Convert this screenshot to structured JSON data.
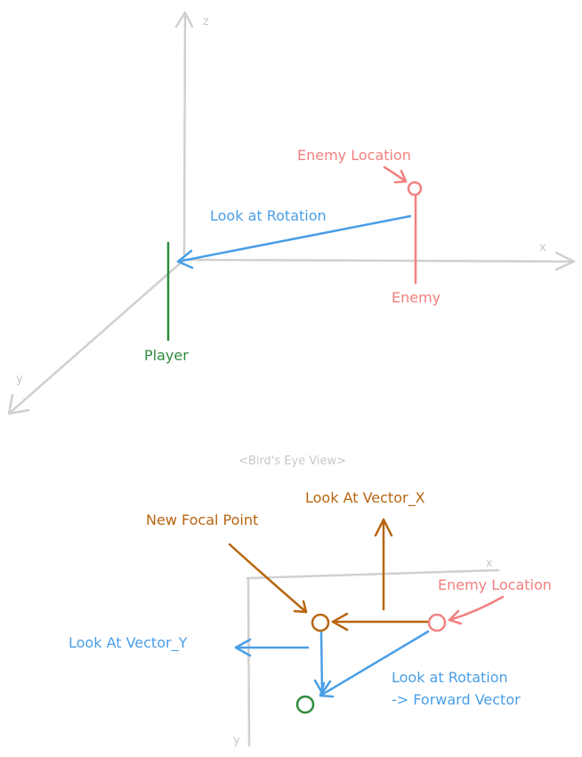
{
  "colors": {
    "axis": "#d0d0d0",
    "player": "#2e8b3e",
    "enemy": "#f28080",
    "rotation": "#4a9ee6",
    "vector_x": "#b8650f",
    "caption": "#c8c8c8"
  },
  "top_view": {
    "axis_z": "z",
    "axis_x": "x",
    "axis_y": "y",
    "enemy_location_label": "Enemy Location",
    "look_at_rotation_label": "Look at Rotation",
    "enemy_label": "Enemy",
    "player_label": "Player"
  },
  "bottom_view": {
    "caption": "<Bird's Eye View>",
    "look_at_vector_x_label": "Look At Vector_X",
    "new_focal_point_label": "New Focal Point",
    "axis_x": "x",
    "axis_y": "y",
    "enemy_location_label": "Enemy Location",
    "look_at_vector_y_label": "Look At Vector_Y",
    "look_at_rotation_line1": "Look at Rotation",
    "look_at_rotation_line2": "-> Forward Vector"
  }
}
